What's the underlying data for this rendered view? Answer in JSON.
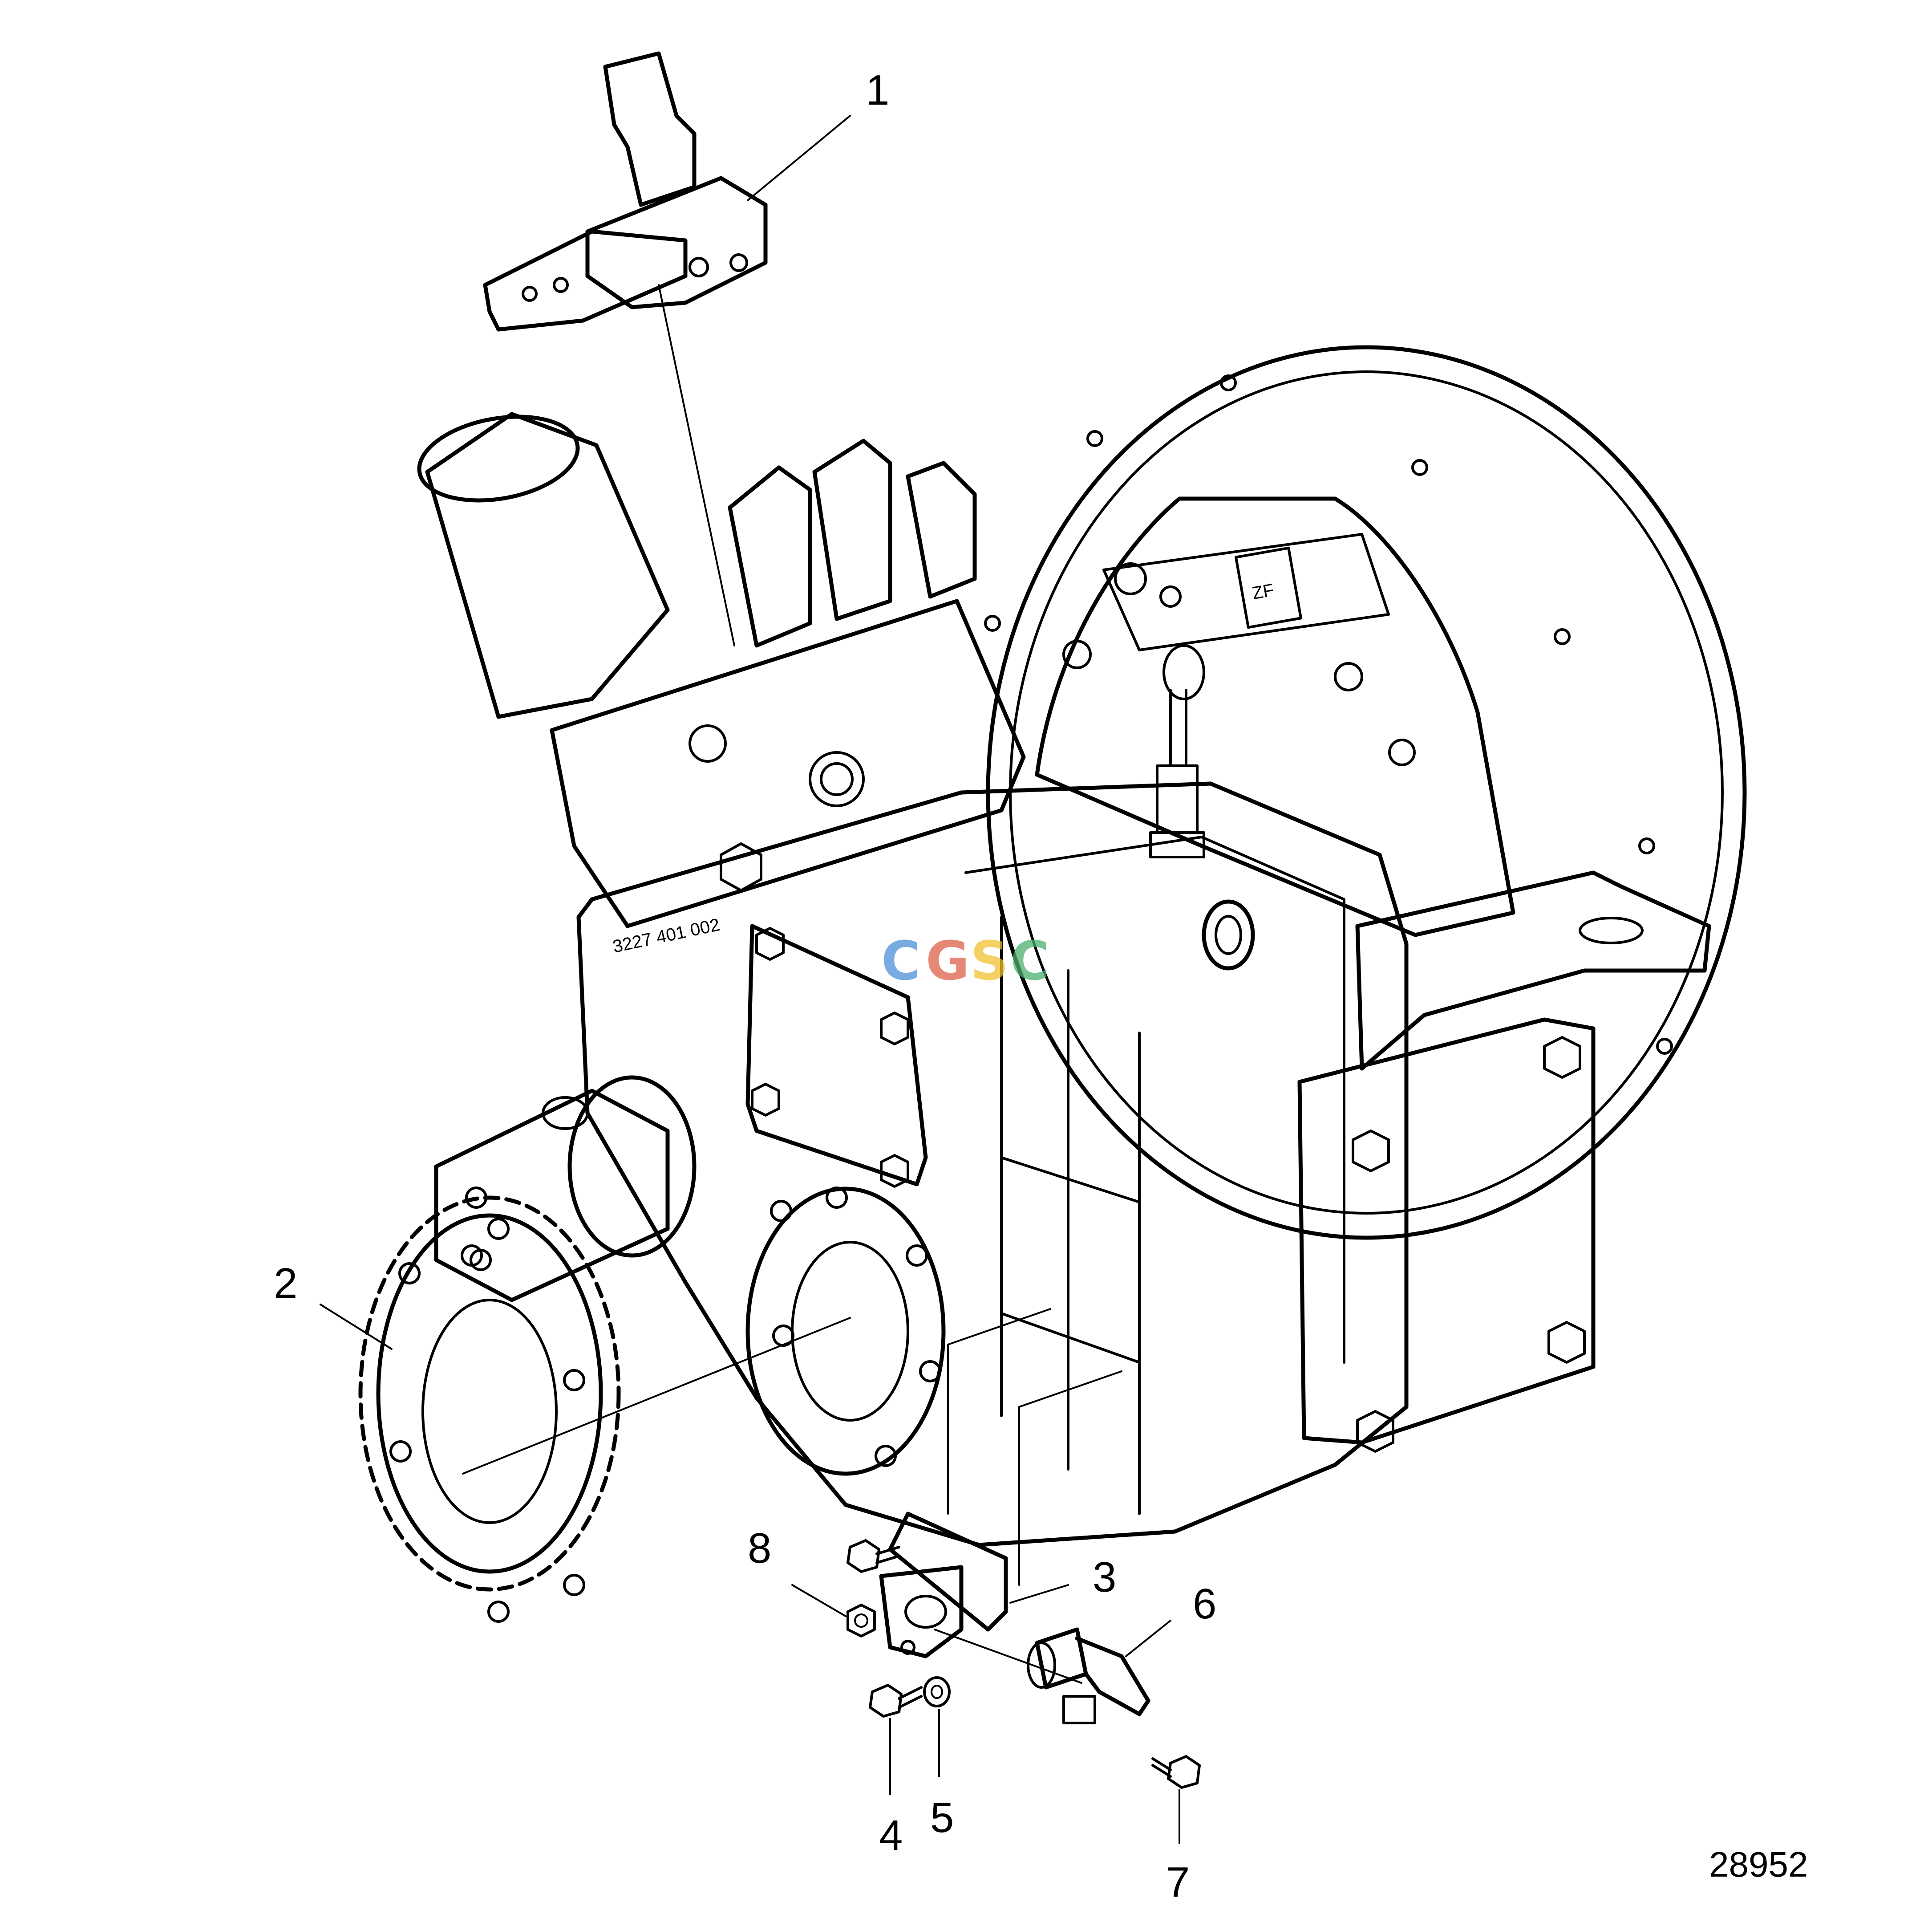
{
  "callouts": [
    {
      "id": "1",
      "label": "1"
    },
    {
      "id": "2",
      "label": "2"
    },
    {
      "id": "3",
      "label": "3"
    },
    {
      "id": "4",
      "label": "4"
    },
    {
      "id": "5",
      "label": "5"
    },
    {
      "id": "6",
      "label": "6"
    },
    {
      "id": "7",
      "label": "7"
    },
    {
      "id": "8",
      "label": "8"
    }
  ],
  "drawing_number": "28952",
  "casting_mark": "3227 401 002",
  "housing_logo": "ZF",
  "watermark": {
    "letters": [
      "C",
      "G",
      "S",
      "C"
    ],
    "colors": [
      "#4a90d9",
      "#e0604a",
      "#f2c230",
      "#4caf6e"
    ]
  },
  "icons": [
    "valve-block-icon",
    "gearbox-icon",
    "toothed-ring-icon",
    "sensor-bracket-icon",
    "speed-sensor-icon",
    "bolt-icon",
    "nut-icon",
    "washer-icon"
  ]
}
